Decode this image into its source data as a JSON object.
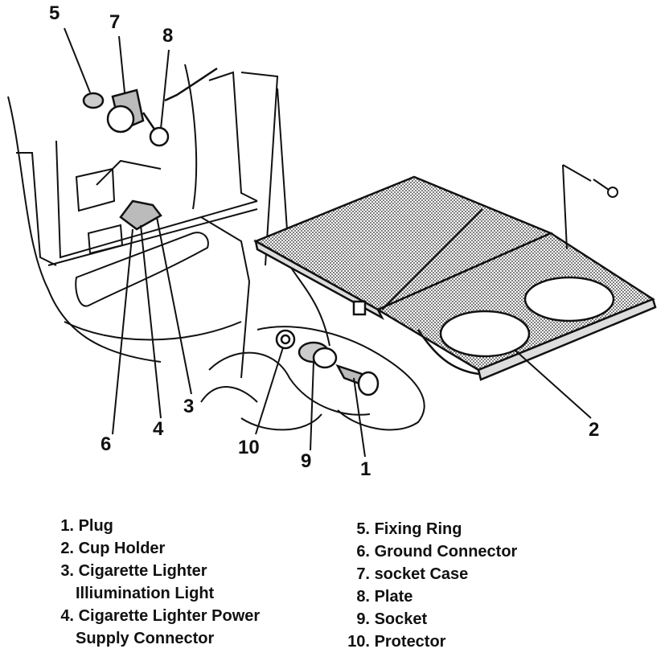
{
  "callouts": {
    "c5": "5",
    "c7": "7",
    "c8": "8",
    "c3": "3",
    "c4": "4",
    "c6": "6",
    "c10": "10",
    "c9": "9",
    "c1": "1",
    "c2": "2"
  },
  "legend": {
    "left": [
      {
        "num": "1.",
        "text": "Plug"
      },
      {
        "num": "2.",
        "text": "Cup Holder"
      },
      {
        "num": "3.",
        "text": "Cigarette Lighter",
        "text2": "Illiumination Light"
      },
      {
        "num": "4.",
        "text": "Cigarette Lighter Power",
        "text2": "Supply Connector"
      }
    ],
    "right": [
      {
        "num": "5.",
        "text": "Fixing Ring"
      },
      {
        "num": "6.",
        "text": "Ground Connector"
      },
      {
        "num": "7.",
        "text": "socket Case"
      },
      {
        "num": "8.",
        "text": "Plate"
      },
      {
        "num": "9.",
        "text": "Socket"
      },
      {
        "num": "10.",
        "text": "Protector"
      }
    ]
  }
}
